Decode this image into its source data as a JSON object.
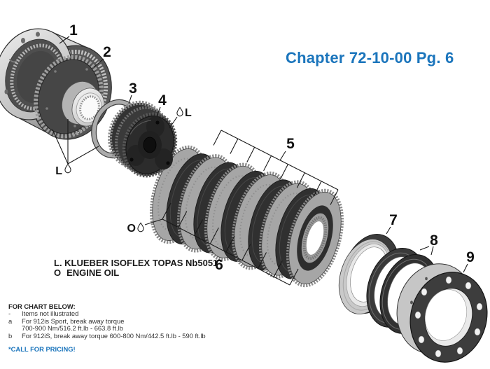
{
  "header": {
    "title": "Chapter 72-10-00 Pg. 6"
  },
  "colors": {
    "accent_blue": "#1b75bc",
    "line_black": "#1a1a1a",
    "metal_light": "#d8d8d8",
    "metal_dark": "#303030"
  },
  "diagram": {
    "callouts": {
      "c1": "1",
      "c2": "2",
      "c3": "3",
      "c4": "4",
      "c5": "5",
      "c6": "6",
      "c7": "7",
      "c8": "8",
      "c9": "9"
    },
    "lube_marks": {
      "grease_hub": "L",
      "grease_plate": "L",
      "oil_plates": "O"
    }
  },
  "lubricant_legend": {
    "grease_line": "L. KLUEBER ISOFLEX TOPAS Nb5051",
    "oil_prefix": "O",
    "oil_name": "ENGINE OIL"
  },
  "footnotes": {
    "heading": "FOR CHART BELOW:",
    "rows": [
      {
        "prefix": "-",
        "text": "Items not illustrated"
      },
      {
        "prefix": "a",
        "text": "For 912is Sport, break away torque"
      },
      {
        "prefix": "",
        "text": "700-900 Nm/516.2 ft.lb - 663.8 ft.lb"
      },
      {
        "prefix": "b",
        "text": "For 912iS, break away torque 600-800 Nm/442.5 ft.lb - 590 ft.lb"
      }
    ],
    "pricing": "*CALL FOR PRICING!"
  }
}
